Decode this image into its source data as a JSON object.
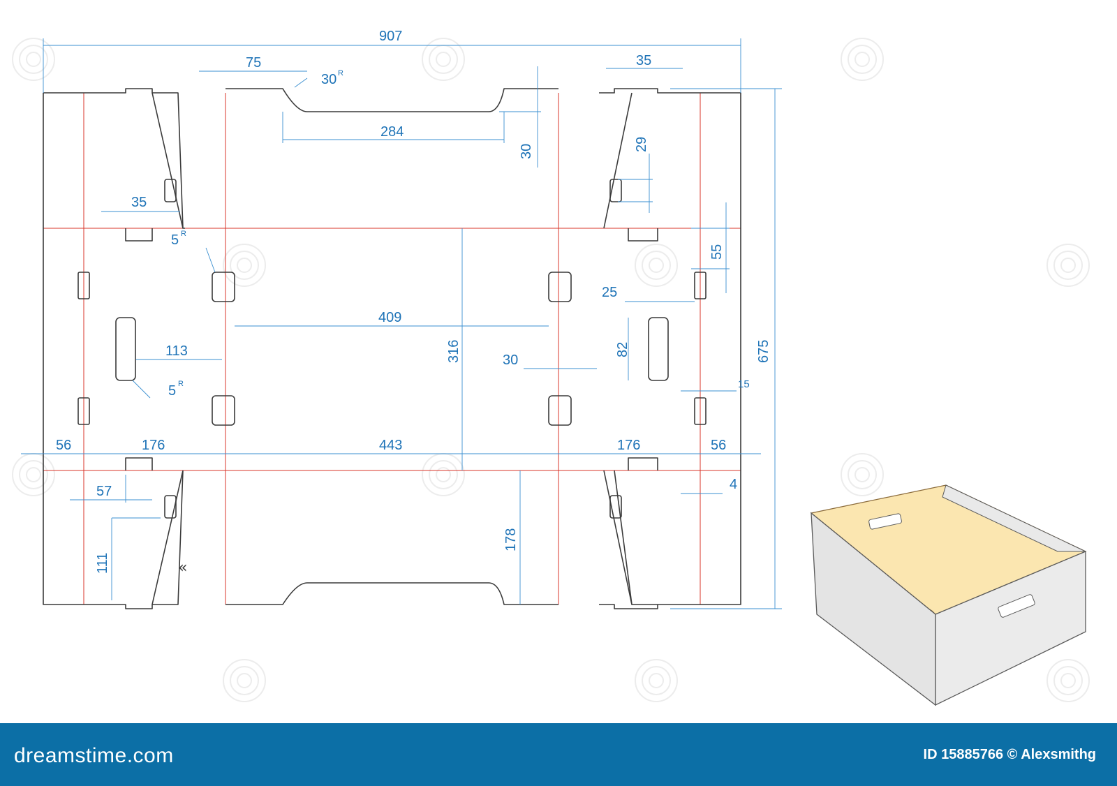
{
  "dimensions": {
    "total_width": "907",
    "total_height": "675",
    "handle_offset": "75",
    "handle_radius": "30",
    "handle_length": "284",
    "handle_depth": "30",
    "tab_width_top": "35",
    "tab_width_left": "35",
    "slot_height_right": "29",
    "corner_radius_top": "5",
    "corner_radius_side": "5",
    "flap_side_top": "55",
    "inner_width": "409",
    "inner_height": "316",
    "slot_offset": "113",
    "tab_spacing": "25",
    "hand_slot_height": "82",
    "slot_gap": "30",
    "edge_gap": "15",
    "panel_left": "56",
    "panel_side_left": "176",
    "panel_center": "443",
    "panel_side_right": "176",
    "panel_right": "56",
    "flap_tab_offset": "57",
    "flap_bottom_height": "178",
    "notch_height": "111",
    "margin_small": "4",
    "radius_mark": "R"
  },
  "colors": {
    "cut_line": "#3a3a3a",
    "crease_line": "#d8342a",
    "dimension_line": "#3a8fd0",
    "dimension_text": "#1e73b7",
    "footer_bg": "#0c6fa6",
    "box_interior": "#fbe6b0",
    "box_exterior": "#e4e4e4"
  },
  "footer": {
    "logo_text": "dreamstime.com",
    "credit_text": "ID 15885766 © Alexsmithg"
  }
}
